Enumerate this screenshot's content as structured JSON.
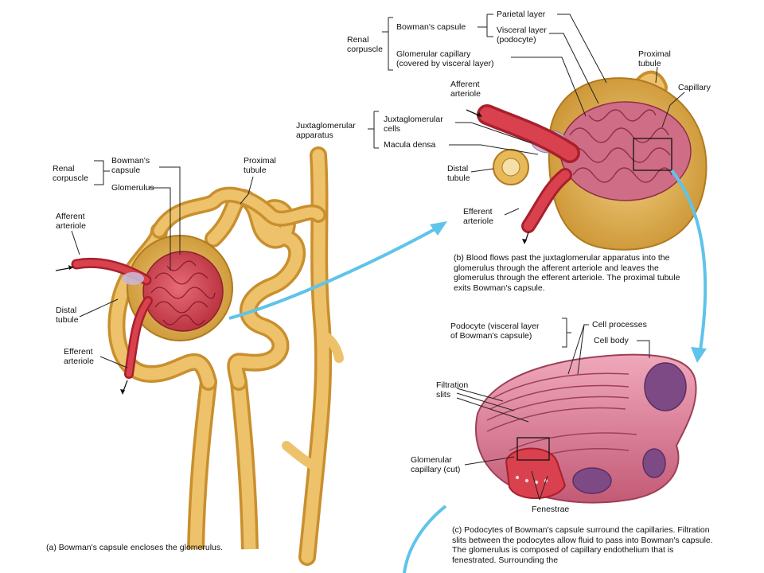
{
  "colors": {
    "tubule": "#e9b95a",
    "tubule_dark": "#c98f2e",
    "capsule": "#d9a640",
    "vessel": "#d9414e",
    "vessel_dark": "#a8202c",
    "podocyte": "#d9788f",
    "podocyte_dark": "#9e3f58",
    "arrow": "#5fc3ea",
    "leader": "#222222"
  },
  "panel_a": {
    "labels": {
      "renal_corpuscle": "Renal\ncorpuscle",
      "bowmans_capsule": "Bowman's\ncapsule",
      "glomerulus": "Glomerulus",
      "proximal_tubule": "Proximal\ntubule",
      "afferent_arteriole": "Afferent\narteriole",
      "distal_tubule": "Distal\ntubule",
      "efferent_arteriole": "Efferent\narteriole"
    },
    "caption_tag": "(a)",
    "caption": "Bowman's capsule encloses the glomerulus."
  },
  "panel_b": {
    "labels": {
      "renal_corpuscle": "Renal\ncorpuscle",
      "bowmans_capsule": "Bowman's capsule",
      "parietal_layer": "Parietal layer",
      "visceral_layer": "Visceral layer\n(podocyte)",
      "glomerular_capillary": "Glomerular capillary\n(covered by visceral layer)",
      "proximal_tubule": "Proximal\ntubule",
      "capillary": "Capillary",
      "afferent_arteriole": "Afferent\narteriole",
      "juxtaglomerular_apparatus": "Juxtaglomerular\napparatus",
      "juxtaglomerular_cells": "Juxtaglomerular\ncells",
      "macula_densa": "Macula densa",
      "distal_tubule": "Distal\ntubule",
      "efferent_arteriole": "Efferent\narteriole"
    },
    "caption_tag": "(b)",
    "caption": "Blood flows past the juxtaglomerular apparatus into the glomerulus through the afferent arteriole and leaves the glomerulus through the efferent arteriole. The proximal tubule exits Bowman's capsule."
  },
  "panel_c": {
    "labels": {
      "podocyte": "Podocyte (visceral layer\nof Bowman's capsule)",
      "cell_processes": "Cell processes",
      "cell_body": "Cell body",
      "filtration_slits": "Filtration\nslits",
      "glomerular_capillary_cut": "Glomerular\ncapillary (cut)",
      "fenestrae": "Fenestrae"
    },
    "caption_tag": "(c)",
    "caption": "Podocytes of Bowman's capsule surround the capillaries. Filtration slits between the podocytes allow fluid to pass into Bowman's capsule. The glomerulus is composed of capillary endothelium that is fenestrated. Surrounding the"
  }
}
